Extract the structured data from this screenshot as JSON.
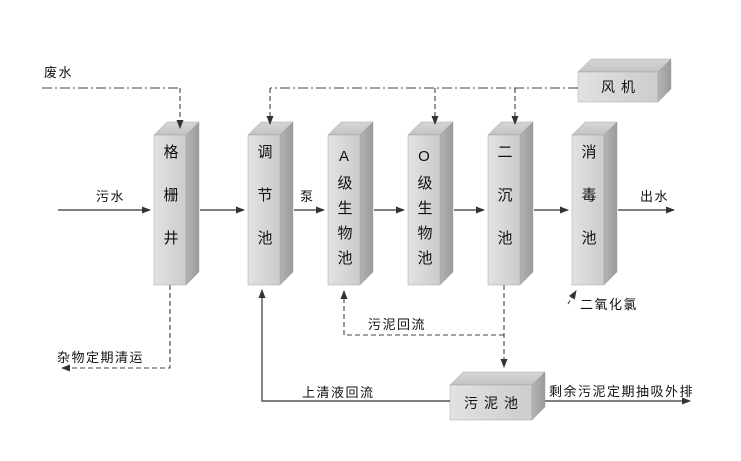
{
  "labels": {
    "wastewater": "废水",
    "sewage": "污水",
    "pump": "泵",
    "effluent": "出水",
    "chlorine_dioxide": "二氧化氯",
    "sludge_return": "污泥回流",
    "supernatant_return": "上清液回流",
    "debris_removal": "杂物定期清运",
    "excess_sludge_discharge": "剩余污泥定期抽吸外排"
  },
  "tanks": {
    "grid_well": "格栅井",
    "regulating_tank": "调节池",
    "a_bio_tank": "A级生物池",
    "o_bio_tank": "O级生物池",
    "secondary_clarifier": "二沉池",
    "disinfection_tank": "消毒池",
    "blower": "风机",
    "sludge_tank": "污泥池"
  },
  "colors": {
    "face_front": "#d9d9d9",
    "face_top": "#cdcdcd",
    "face_side": "#a9a9a9",
    "line": "#333333",
    "background": "#ffffff"
  }
}
